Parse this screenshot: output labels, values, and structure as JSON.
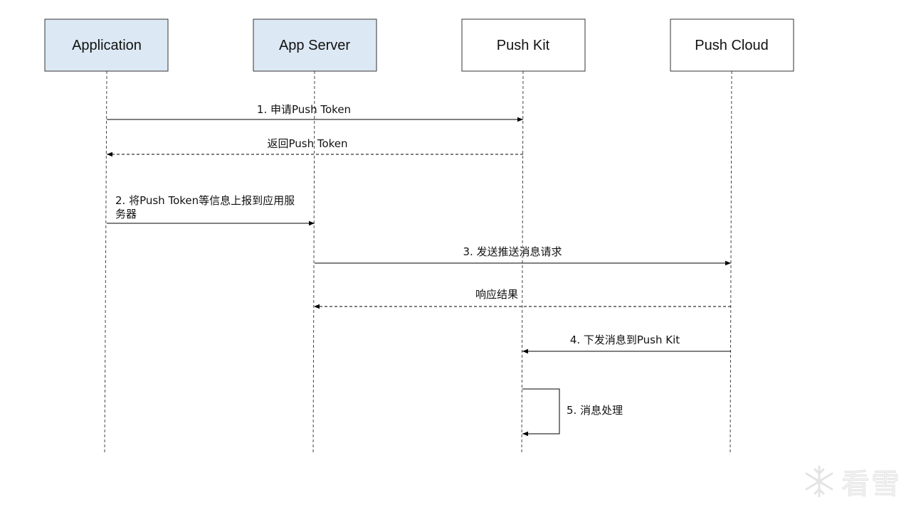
{
  "actors": [
    {
      "id": "application",
      "label": "Application",
      "fill": "#dce9f5"
    },
    {
      "id": "app-server",
      "label": "App Server",
      "fill": "#dce9f5"
    },
    {
      "id": "push-kit",
      "label": "Push Kit",
      "fill": "#ffffff"
    },
    {
      "id": "push-cloud",
      "label": "Push Cloud",
      "fill": "#ffffff"
    }
  ],
  "messages": [
    {
      "id": "request-push-token",
      "from": "application",
      "to": "push-kit",
      "style": "solid",
      "lines": [
        "1. 申请Push Token"
      ]
    },
    {
      "id": "return-push-token",
      "from": "push-kit",
      "to": "application",
      "style": "dashed",
      "lines": [
        "返回Push Token"
      ]
    },
    {
      "id": "report-token",
      "from": "application",
      "to": "app-server",
      "style": "solid",
      "lines": [
        "2. 将Push Token等信息上报到应用服",
        "务器"
      ]
    },
    {
      "id": "send-push-request",
      "from": "app-server",
      "to": "push-cloud",
      "style": "solid",
      "lines": [
        "3. 发送推送消息请求"
      ]
    },
    {
      "id": "response-result",
      "from": "push-cloud",
      "to": "app-server",
      "style": "dashed",
      "lines": [
        "响应结果"
      ]
    },
    {
      "id": "deliver-message",
      "from": "push-cloud",
      "to": "push-kit",
      "style": "solid",
      "lines": [
        "4. 下发消息到Push Kit"
      ]
    },
    {
      "id": "process-message",
      "from": "push-kit",
      "to": "push-kit",
      "style": "self",
      "lines": [
        "5. 消息处理"
      ]
    }
  ],
  "watermark": {
    "text": "看雪",
    "icon": "snowflake-icon"
  }
}
